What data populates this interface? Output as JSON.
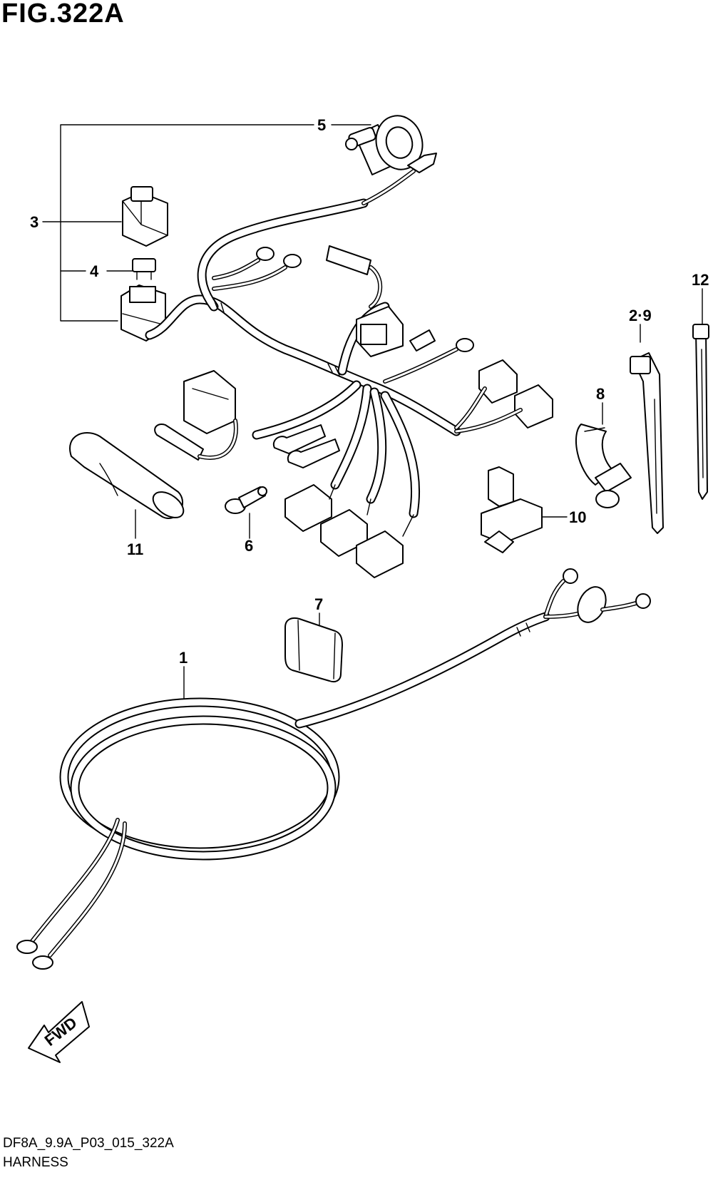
{
  "figure": {
    "title": "FIG.322A",
    "code": "DF8A_9.9A_P03_015_322A",
    "name": "HARNESS",
    "direction_label": "FWD"
  },
  "callouts": {
    "c1": "1",
    "c3": "3",
    "c4": "4",
    "c5": "5",
    "c6": "6",
    "c7": "7",
    "c8": "8",
    "c10": "10",
    "c11": "11",
    "c12": "12",
    "c29": "2·9"
  }
}
